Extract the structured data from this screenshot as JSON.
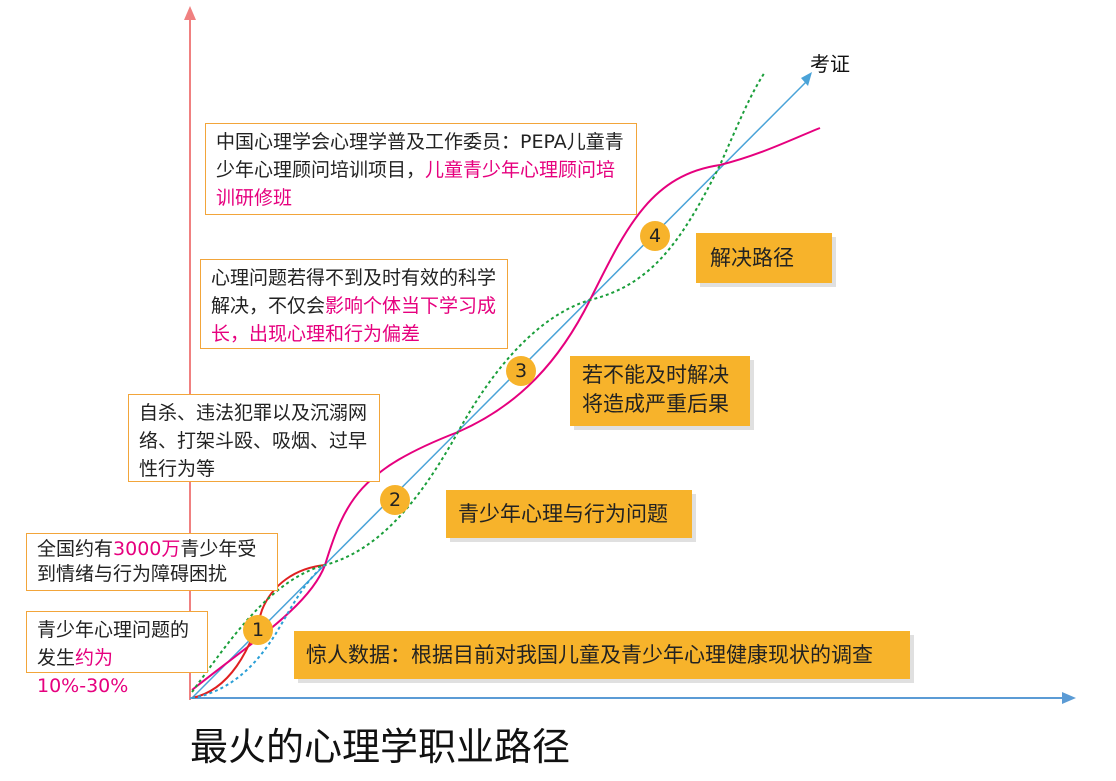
{
  "title": "最火的心理学职业路径",
  "end_label": "考证",
  "boxes": {
    "b1": {
      "pre": "青少年心理问题的发生",
      "hl": "约为10%-30%",
      "post": ""
    },
    "b2": {
      "pre": "全国约有",
      "hl": "3000万",
      "post": "青少年受到情绪与行为障碍困扰"
    },
    "b3": {
      "pre": "自杀、违法犯罪以及沉溺网络、打架斗殴、吸烟、过早性行为等",
      "hl": "",
      "post": ""
    },
    "b4": {
      "pre": "心理问题若得不到及时有效的科学解决，不仅会",
      "hl": "影响个体当下学习成长，出现心理和行为偏差",
      "post": ""
    },
    "b5": {
      "pre": "中国心理学会心理学普及工作委员：PEPA儿童青少年心理顾问培训项目，",
      "hl": "儿童青少年心理顾问培训研修班",
      "post": ""
    }
  },
  "steps": [
    {
      "num": "1",
      "label": "惊人数据：根据目前对我国儿童及青少年心理健康现状的调查"
    },
    {
      "num": "2",
      "label": "青少年心理与行为问题"
    },
    {
      "num": "3",
      "label": "若不能及时解决将造成严重后果"
    },
    {
      "num": "4",
      "label": "解决路径"
    }
  ],
  "colors": {
    "axis_y": "#f08080",
    "axis_x": "#5b9bd5",
    "diagonal": "#4aa3d8",
    "wave_magenta": "#e6007e",
    "wave_red": "#e02020",
    "wave_green": "#1a9e3a",
    "wave_blue": "#2a9fd6",
    "accent": "#f7b32b",
    "box_border": "#f2a53a"
  }
}
